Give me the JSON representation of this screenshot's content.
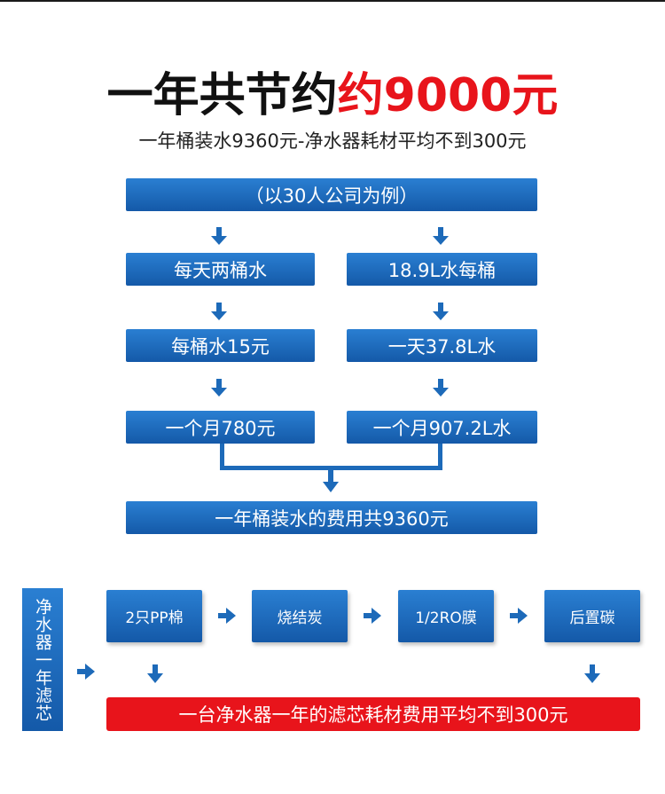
{
  "heading": {
    "title_prefix": "一年共节约",
    "title_highlight": "约9000元",
    "subtitle": "一年桶装水9360元-净水器耗材平均不到300元"
  },
  "flow": {
    "top": "（以30人公司为例）",
    "left": [
      "每天两桶水",
      "每桶水15元",
      "一个月780元"
    ],
    "right": [
      "18.9L水每桶",
      "一天37.8L水",
      "一个月907.2L水"
    ],
    "result": "一年桶装水的费用共9360元"
  },
  "filters": {
    "side_label": "净水器一年滤芯",
    "steps": [
      "2只PP棉",
      "烧结炭",
      "1/2RO膜",
      "后置碳"
    ],
    "result": "一台净水器一年的滤芯耗材费用平均不到300元"
  },
  "colors": {
    "blue": "#1d6ab9",
    "red": "#e8141b"
  }
}
